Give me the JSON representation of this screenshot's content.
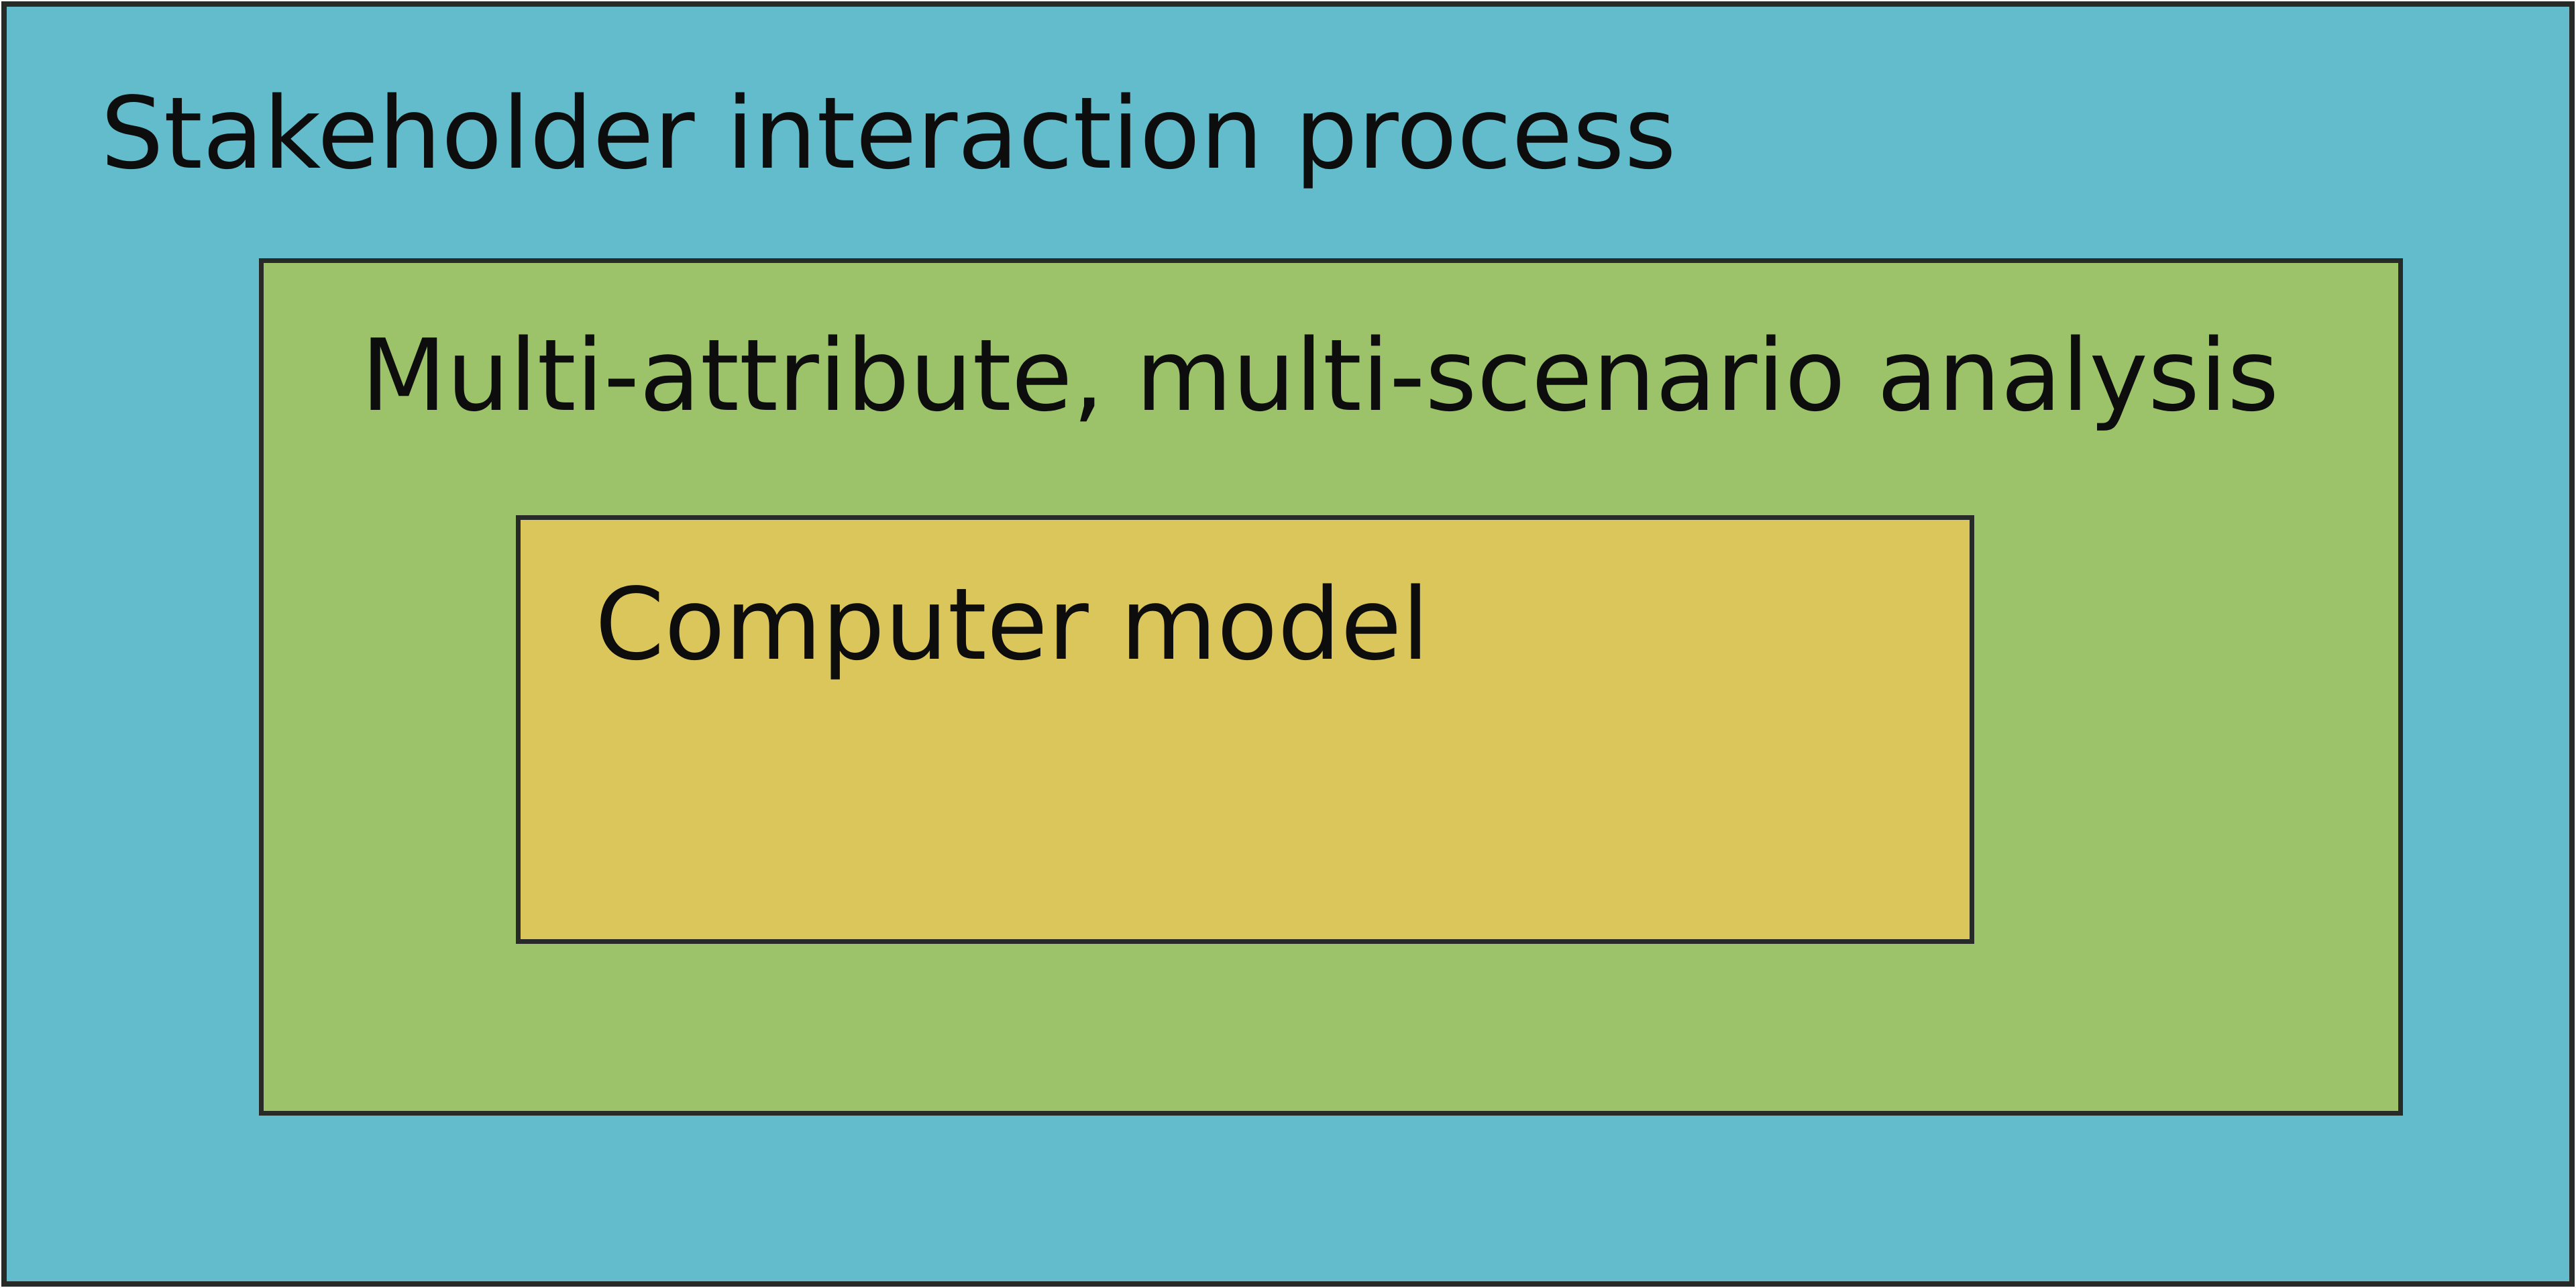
{
  "diagram": {
    "title": "Stakeholder interaction process",
    "outer_box": {
      "label": "Stakeholder interaction process",
      "fill": "#62bccb"
    },
    "middle_box": {
      "label": "Multi-attribute, multi-scenario analysis",
      "fill": "#9cc26a"
    },
    "inner_box": {
      "label": "Computer model",
      "fill": "#dbc65c"
    },
    "border_color": "#282a27",
    "text_color": "#0d0d0d"
  }
}
